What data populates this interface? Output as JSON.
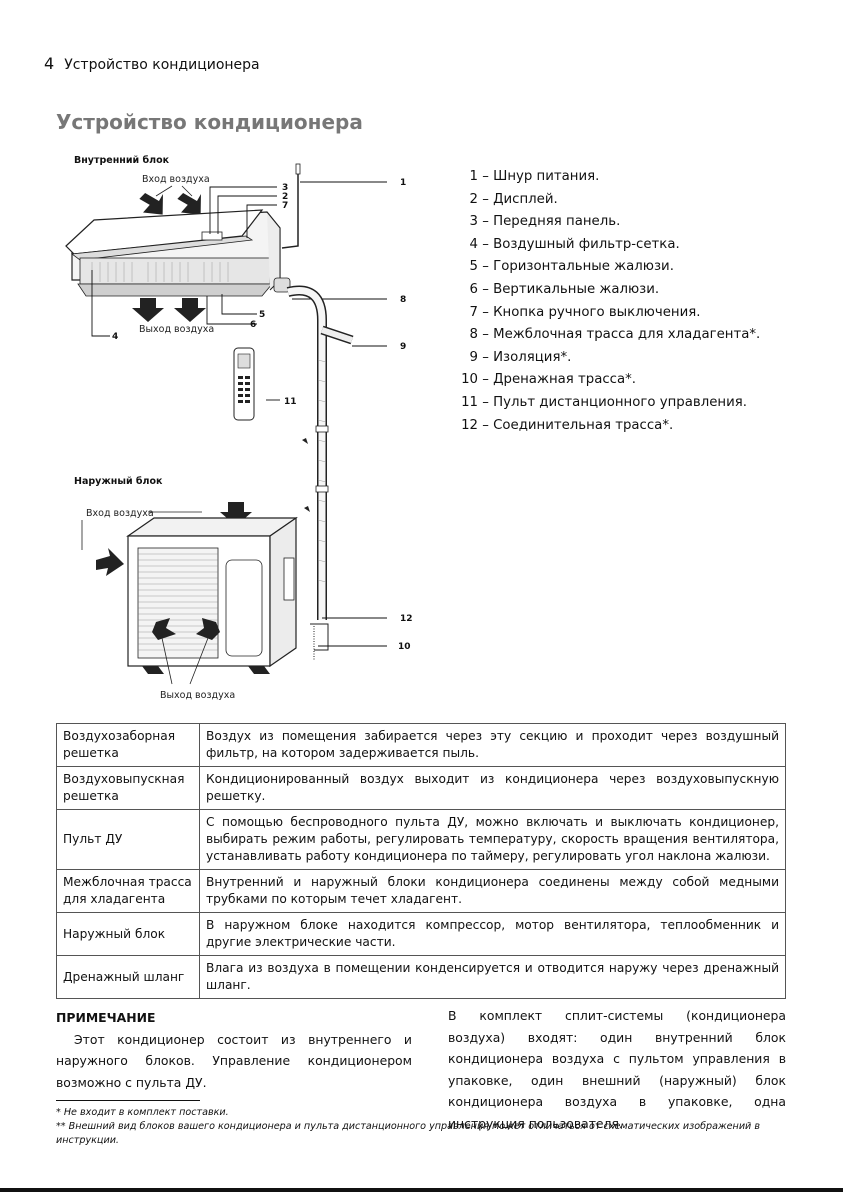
{
  "header": {
    "page_number": "4",
    "section": "Устройство кондиционера"
  },
  "title": "Устройство кондиционера",
  "figure": {
    "indoor_title": "Внутренний блок",
    "indoor_air_in": "Вход воздуха",
    "indoor_air_out": "Выход воздуха",
    "outdoor_title": "Наружный блок",
    "outdoor_air_in": "Вход воздуха",
    "outdoor_air_out": "Выход воздуха",
    "callouts": [
      "1",
      "2",
      "3",
      "4",
      "5",
      "6",
      "7",
      "8",
      "9",
      "10",
      "11",
      "12"
    ]
  },
  "parts": [
    {
      "num": "1",
      "text": "– Шнур питания."
    },
    {
      "num": "2",
      "text": "– Дисплей."
    },
    {
      "num": "3",
      "text": "– Передняя панель."
    },
    {
      "num": "4",
      "text": "– Воздушный фильтр-сетка."
    },
    {
      "num": "5",
      "text": "– Горизонтальные жалюзи."
    },
    {
      "num": "6",
      "text": "– Вертикальные жалюзи."
    },
    {
      "num": "7",
      "text": "– Кнопка ручного выключения."
    },
    {
      "num": "8",
      "text": "– Межблочная трасса для хладагента*."
    },
    {
      "num": "9",
      "text": "– Изоляция*."
    },
    {
      "num": "10",
      "text": "– Дренажная трасса*."
    },
    {
      "num": "11",
      "text": "– Пульт дистанционного управления."
    },
    {
      "num": "12",
      "text": "– Соединительная трасса*."
    }
  ],
  "table": [
    {
      "key": "Воздухозаборная решетка",
      "value": "Воздух из помещения забирается через эту секцию и проходит через воздушный фильтр, на котором задерживается пыль."
    },
    {
      "key": "Воздуховыпускная решетка",
      "value": "Кондиционированный воздух выходит из кондиционера через воздуховыпускную решетку."
    },
    {
      "key": "Пульт ДУ",
      "value": "С помощью беспроводного пульта ДУ, можно включать и выключать кондиционер, выбирать режим работы, регулировать температуру, скорость вращения вентилятора, устанавливать работу кондиционера по таймеру, регулировать угол наклона жалюзи."
    },
    {
      "key": "Межблочная трасса для хладагента",
      "value": "Внутренний и наружный блоки кондиционера соединены между собой медными трубками по которым течет хладагент."
    },
    {
      "key": "Наружный блок",
      "value": "В наружном блоке находится компрессор, мотор вентилятора, теплообменник и другие электрические части."
    },
    {
      "key": "Дренажный шланг",
      "value": "Влага из воздуха в помещении конденсируется и отводится наружу через дренажный шланг."
    }
  ],
  "note": {
    "title": "ПРИМЕЧАНИЕ",
    "body": "Этот кондиционер состоит из внутреннего и наружного блоков. Управление кондиционером возможно с пульта ДУ.",
    "right": "В комплект сплит-системы (кондиционера воздуха) входят: один внутренний блок кондиционера воздуха с пультом управления в упаковке, один внешний (наружный) блок кондиционера воздуха в упаковке, одна инструкция пользователя."
  },
  "footnotes": {
    "fn1": "* Не входит в комплект поставки.",
    "fn2": "** Внешний вид блоков вашего кондиционера и пульта дистанционного управления может отличаться от схематических изображений в инструкции."
  }
}
